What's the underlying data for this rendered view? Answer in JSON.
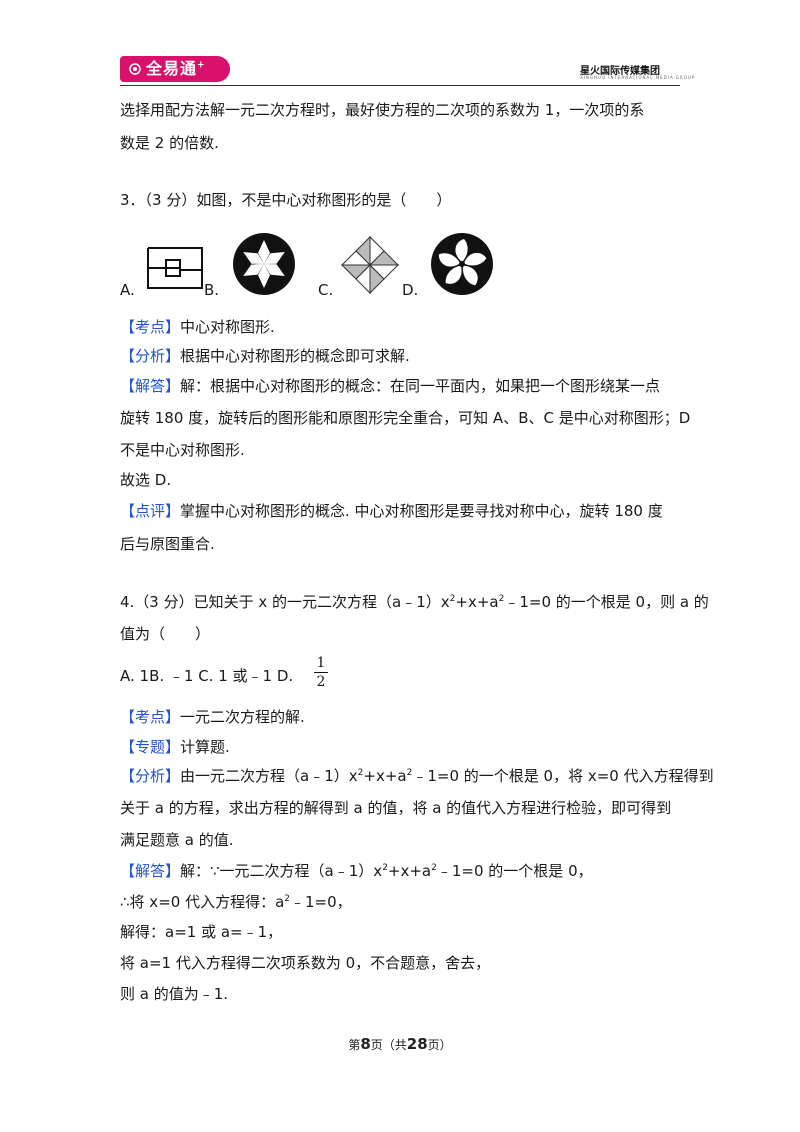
{
  "header": {
    "logo_text": "全易通",
    "logo_plus": "+",
    "company": "星火国际传媒集团",
    "company_sub": "XINGHUO INTERNATIONAL MEDIA GROUP"
  },
  "intro": {
    "line1": "选择用配方法解一元二次方程时，最好使方程的二次项的系数为 1，一次项的系",
    "line2": "数是 2 的倍数."
  },
  "q3": {
    "stem": "3．（3 分）如图，不是中心对称图形的是（　　）",
    "options": [
      "A.",
      "B.",
      "C.",
      "D."
    ],
    "kaodian_tag": "【考点】",
    "kaodian": "中心对称图形.",
    "fenxi_tag": "【分析】",
    "fenxi": "根据中心对称图形的概念即可求解.",
    "jieda_tag": "【解答】",
    "jieda1": "解：根据中心对称图形的概念：在同一平面内，如果把一个图形绕某一点",
    "jieda2": "旋转 180 度，旋转后的图形能和原图形完全重合，可知 A、B、C 是中心对称图形；D",
    "jieda3": "不是中心对称图形.",
    "choose": "故选 D.",
    "dianping_tag": "【点评】",
    "dianping1": "掌握中心对称图形的概念. 中心对称图形是要寻找对称中心，旋转 180 度",
    "dianping2": "后与原图重合."
  },
  "q4": {
    "stem1_a": "4.（3 分）已知关于 x 的一元二次方程（a﹣1）x",
    "stem1_b": "+x+a",
    "stem1_c": "﹣1=0 的一个根是 0，则 a 的",
    "sq": "2",
    "stem2": "值为（　　）",
    "options": "A. 1B. ﹣1 C. 1 或﹣1 D.",
    "frac_num": "1",
    "frac_den": "2",
    "kaodian_tag": "【考点】",
    "kaodian": "一元二次方程的解.",
    "zhuanti_tag": "【专题】",
    "zhuanti": "计算题.",
    "fenxi_tag": "【分析】",
    "fenxi1_a": "由一元二次方程（a﹣1）x",
    "fenxi1_b": "+x+a",
    "fenxi1_c": "﹣1=0 的一个根是 0，将 x=0 代入方程得到",
    "fenxi2": "关于 a 的方程，求出方程的解得到 a 的值，将 a 的值代入方程进行检验，即可得到",
    "fenxi3": "满足题意 a 的值.",
    "jieda_tag": "【解答】",
    "jieda1_a": "解：∵一元二次方程（a﹣1）x",
    "jieda1_b": "+x+a",
    "jieda1_c": "﹣1=0 的一个根是 0，",
    "jieda2_a": "∴将 x=0 代入方程得：a",
    "jieda2_b": "﹣1=0，",
    "jieda3": "解得：a=1 或 a=﹣1，",
    "jieda4": "将 a=1 代入方程得二次项系数为 0，不合题意，舍去，",
    "jieda5": "则 a 的值为﹣1."
  },
  "footer": {
    "pre": "第",
    "page": "8",
    "mid": "页（共",
    "total": "28",
    "post": "页）"
  }
}
